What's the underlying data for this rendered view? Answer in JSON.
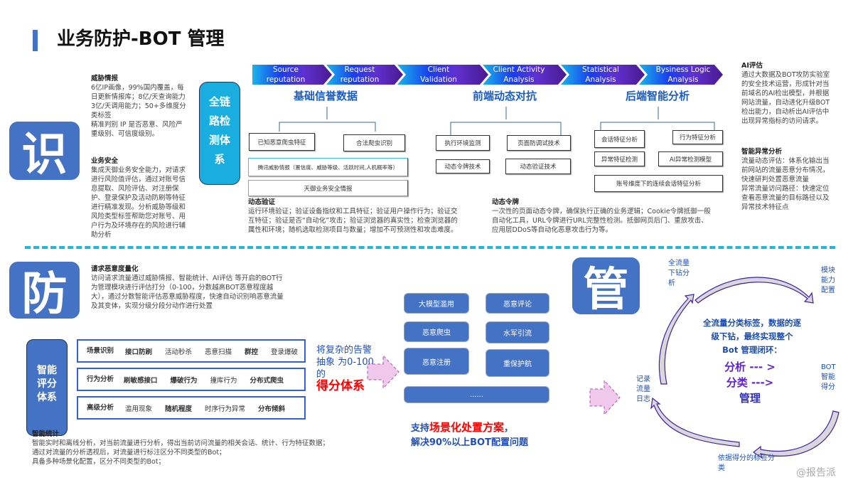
{
  "title": "业务防护-BOT 管理",
  "colors": {
    "primary": "#4472c4",
    "cyan": "#1aaee0",
    "accent_red": "#ff0000",
    "purple": "#6020e0"
  },
  "sections": {
    "identify": "识",
    "defend": "防",
    "manage": "管"
  },
  "identify": {
    "threat_title": "威胁情报",
    "threat_body": "6亿IP画像，99%国内覆盖，每日更新情报库；8亿/天查询能力　3亿/天调用能力；50+多维度分类标签",
    "threat_body2": "精准判别 IP 是否恶意、风险严重级别、可信度级别。",
    "biz_title": "业务安全",
    "biz_body": "集成天御业务安全能力，对请求进行风险值评估，通过对账号信息提取、风险评估、对注册保护、登录保护及活动防刷等特征进行精准发现。分析威胁等级和风险类型标签帮助您对账号、用户行为及环境存在的风险进行辅助分析",
    "system_label": "全链路检测体系",
    "chevrons": [
      "Source reputation",
      "Request reputation",
      "Client Validation",
      "Client Activity Analysis",
      "Statistical Analysis",
      "Bysiness Logic Analysis"
    ],
    "groups": [
      {
        "header": "基础信誉数据",
        "boxes": [
          "已知恶意爬虫特征",
          "合法爬虫识别",
          "腾讯威胁情报（置信度、威胁等级、活跃时间,人机概率等）",
          "天御业务安全情报"
        ]
      },
      {
        "header": "前端动态对抗",
        "boxes": [
          "执行环境监测",
          "页面防调试技术",
          "动态令牌技术",
          "动态验证技术"
        ]
      },
      {
        "header": "后端智能分析",
        "boxes": [
          "会话特征分析",
          "行为特征分析",
          "异常特征检测",
          "AI异常检测模型",
          "账号维度下的连续会话特征分析"
        ]
      }
    ],
    "dyn_verify_title": "动态验证",
    "dyn_verify_body": "运行环境验证；验证设备指纹和工具特征；验证用户操作行为；验证交互特征；验证是否“自动化”攻击；验证浏览器的真实性；检查浏览器的属性和环境；随机选取检测项目与数量；增加不可预测性和攻击难度。",
    "dyn_token_title": "动态令牌",
    "dyn_token_body": "一次性的页面动态令牌，确保执行正确的业务逻辑；Cookie令牌抵御一般自动化工具，URL令牌进行URL完整性检测。抵御网页后门、重放攻击、应用层DDoS等自动化恶意攻击行为等。",
    "ai_title": "AI评估",
    "ai_body": "通过大数据及BOT攻防实验室的安全技术运营，形成针对当前域名的AI检出模型，并根据网站流量，自动进化升级BOT检出能力，自动析出AI评估中出现异常指标的访问请求。",
    "anomaly_title": "智能异常分析",
    "anomaly_body": "流量动态评估：体系化输出当前网站的流量恶意分布情况，快速研判处置恶意流量",
    "anomaly_body2": "异常流量访问路径：快速定位查看恶意流量的目标路径以及异常技术特征点"
  },
  "defend": {
    "quant_title": "请求恶意度量化",
    "quant_body": "访问请求流量通过威胁情报、智能统计、AI评估 等开启的BOT行为管理模块进行评估打分（0-100，分数越高BOT恶意程度越大），通过分数智能评估恶意威胁程度，快速自动识别响恶意流量及其变体，实现分级分段分动作进行处置",
    "scoring_label": "智能评分体系",
    "rows": [
      {
        "label": "场景识别",
        "items": [
          "接口防刷",
          "活动秒杀",
          "恶意扫描",
          "群控",
          "登录爆破"
        ]
      },
      {
        "label": "行为分析",
        "items": [
          "刷敏感接口",
          "爆破行为",
          "撞库行为",
          "分布式爬虫"
        ]
      },
      {
        "label": "高级分析",
        "items": [
          "滥用现象",
          "随机程度",
          "时序行为异常",
          "分布倾斜"
        ]
      }
    ],
    "abstract_text": "将复杂的告警抽象 为0-100的",
    "abstract_highlight": "得分体系",
    "stats_title": "智能统计",
    "stats_lines": [
      "智能实时和离线分析，对当前流量进行分析，得出当前访问流量的相关会话、统计、行为特征数据；",
      "通过对流量的分析透视后，对流量进行标注区分不同类型的Bot；",
      "具备多种场景化配置，区分不同类型的Bot；"
    ],
    "scenarios": [
      "大模型滥用",
      "恶意评论",
      "恶意爬虫",
      "水军引流",
      "恶意注册",
      "重保护航",
      "......"
    ],
    "support_prefix": "支持",
    "support_highlight": "场景化处置方案",
    "support_suffix": "，",
    "support_line2": "解决90%以上BOT配置问题"
  },
  "manage": {
    "cycle_labels": [
      "全流量下钻分析",
      "模块能力配置",
      "BOT智能得分",
      "依据得分的标签分类",
      "记录流量日志"
    ],
    "center_text": "全流量分类标签，数据的逐级下钻，最终实现整个 Bot 管理闭环：",
    "steps": [
      "分析 --- >",
      "分类 --->",
      "管理"
    ]
  },
  "watermark": "@报告派"
}
